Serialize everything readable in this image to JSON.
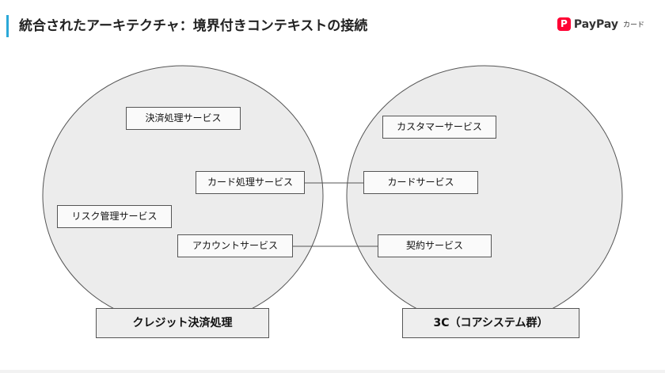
{
  "header": {
    "title": "統合されたアーキテクチャ：境界付きコンテキストの接続",
    "brand_icon": "P",
    "brand_name": "PayPay",
    "brand_sub": "カード",
    "accent_color": "#2aa8d8",
    "brand_color": "#ff0033"
  },
  "contexts": {
    "left": {
      "label": "クレジット決済処理",
      "services": {
        "payment": "決済処理サービス",
        "card_processing": "カード処理サービス",
        "risk": "リスク管理サービス",
        "account": "アカウントサービス"
      }
    },
    "right": {
      "label": "3C（コアシステム群）",
      "services": {
        "customer": "カスタマーサービス",
        "card": "カードサービス",
        "contract": "契約サービス"
      }
    }
  },
  "colors": {
    "circle_fill": "#ececec",
    "circle_stroke": "#555555"
  }
}
